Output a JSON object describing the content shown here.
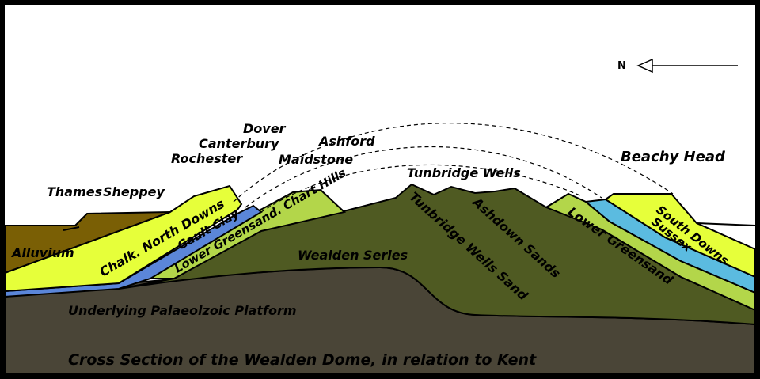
{
  "title": "Cross Section of the Wealden Dome, in relation to Kent",
  "north": "N",
  "labels": {
    "thames": "Thames",
    "sheppey": "Sheppey",
    "alluvium": "Alluvium",
    "dover": "Dover",
    "canterbury": "Canterbury",
    "rochester": "Rochester",
    "ashford": "Ashford",
    "maidstone": "Maidstone",
    "tunbridge_wells": "Tunbridge Wells",
    "beachy_head": "Beachy Head",
    "chalk_north_downs": "Chalk. North Downs",
    "gault_clay": "Gault Clay",
    "lower_greensand_chart_hills": "Lower Greensand. Chart Hills",
    "wealden_series": "Wealden Series",
    "tunbridge_wells_sand": "Tunbridge Wells Sand",
    "ashdown_sands": "Ashdown Sands",
    "lower_greensand": "Lower Greensand",
    "south_downs": "South Downs",
    "sussex": "Sussex",
    "palaeozoic": "Underlying Palaeolzoic Platform"
  },
  "colors": {
    "chalk": "#e6ff3a",
    "gault": "#5b86d9",
    "greensand": "#b3d64a",
    "wealden": "#4f5a22",
    "palaeozoic": "#4a4537",
    "alluvium": "#7a5f05",
    "sussex_clay": "#5bbbe0"
  }
}
